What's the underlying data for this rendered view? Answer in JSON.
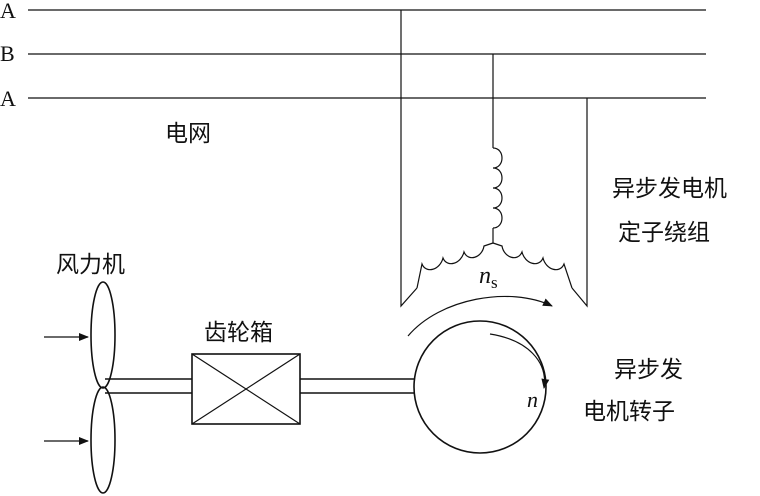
{
  "phases": [
    "A",
    "B",
    "A"
  ],
  "labels": {
    "grid": "电网",
    "stator_line1": "异步发电机",
    "stator_line2": "定子绕组",
    "wind_turbine": "风力机",
    "gearbox": "齿轮箱",
    "rotor_line1": "异步发",
    "rotor_line2": "电机转子",
    "ns_main": "n",
    "ns_sub": "s",
    "n": "n"
  }
}
